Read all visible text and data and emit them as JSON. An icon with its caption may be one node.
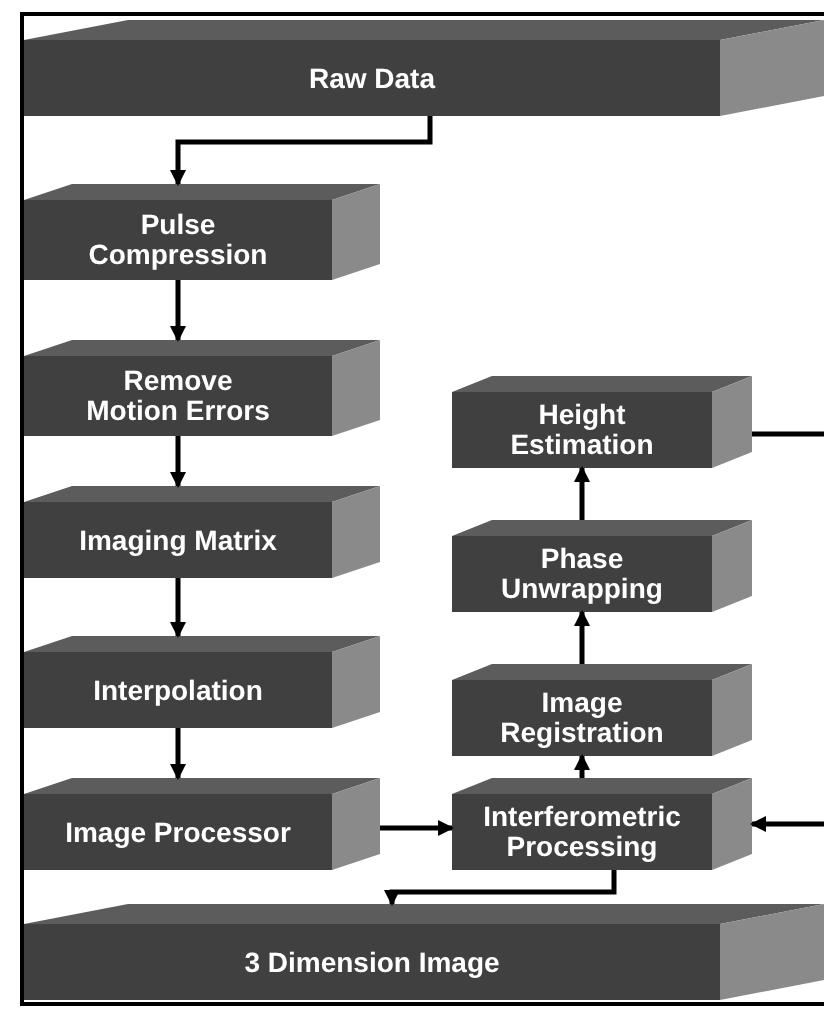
{
  "diagram": {
    "nodes": [
      {
        "text": [
          "Raw Data"
        ]
      },
      {
        "text": [
          "Pulse Compression"
        ]
      },
      {
        "text": [
          "Remove Motion Errors"
        ]
      },
      {
        "text": [
          "Imaging Matrix"
        ]
      },
      {
        "text": [
          "Interpolation"
        ]
      },
      {
        "text": [
          "Image Processor"
        ]
      },
      {
        "text": [
          "Height Estimation"
        ]
      },
      {
        "text": [
          "Phase Unwrapping"
        ]
      },
      {
        "text": [
          "Image Registration"
        ]
      },
      {
        "text": [
          "Interferometric Processing"
        ]
      },
      {
        "text": [
          "3 Dimension Image"
        ]
      }
    ],
    "edges": [
      {
        "from": 0,
        "to": 1,
        "arrow": "to"
      },
      {
        "from": 1,
        "to": 2,
        "arrow": "to"
      },
      {
        "from": 2,
        "to": 3,
        "arrow": "to"
      },
      {
        "from": 3,
        "to": 4,
        "arrow": "to"
      },
      {
        "from": 4,
        "to": 5,
        "arrow": "to"
      },
      {
        "from": 5,
        "to": 9,
        "arrow": "to"
      },
      {
        "from": 9,
        "to": 8,
        "arrow": "to"
      },
      {
        "from": 8,
        "to": 7,
        "arrow": "to"
      },
      {
        "from": 7,
        "to": 6,
        "arrow": "to"
      },
      {
        "from": 9,
        "to": 10,
        "arrow": "to"
      },
      {
        "from": 6,
        "to": null,
        "arrow": "none"
      },
      {
        "from": null,
        "to": 9,
        "arrow": "to"
      }
    ]
  }
}
